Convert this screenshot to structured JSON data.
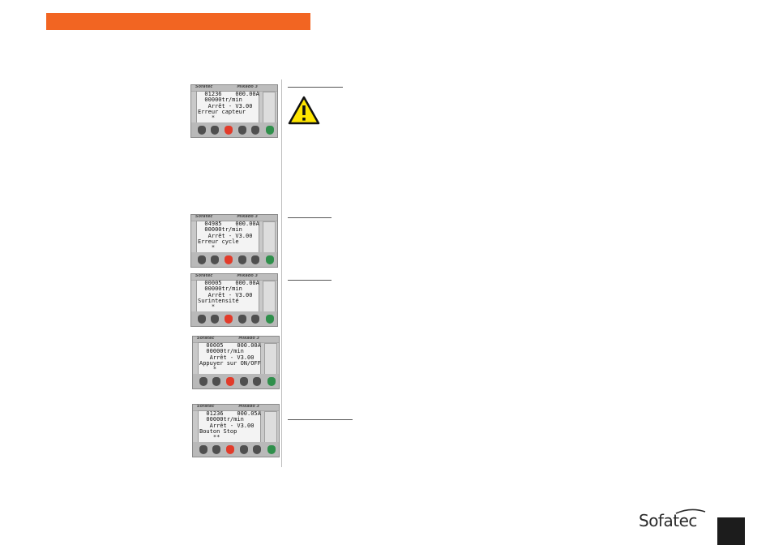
{
  "panels": [
    {
      "brand": "Sofatec",
      "model": "Mikado 3",
      "lines": [
        "  01236    000.00A",
        "  00000tr/min",
        "   Arrêt - V3.00",
        "Erreur capteur",
        "    *"
      ]
    },
    {
      "brand": "Sofatec",
      "model": "Mikado 3",
      "lines": [
        "  04985    000.00A",
        "  00000tr/min",
        "   Arrêt - V3.00",
        "Erreur cycle",
        "    *"
      ]
    },
    {
      "brand": "Sofatec",
      "model": "Mikado 3",
      "lines": [
        "  00005    000.00A",
        "  00000tr/min",
        "   Arrêt - V3.00",
        "Surintensité",
        "    *"
      ]
    },
    {
      "brand": "Sofatec",
      "model": "Mikado 3",
      "lines": [
        "  00005    000.00A",
        "  00000tr/min",
        "   Arrêt - V3.00",
        "Appuyer sur ON/OFF",
        "    *"
      ]
    },
    {
      "brand": "Sofatec",
      "model": "Mikado 3",
      "lines": [
        "  01236    000.05A",
        "  00000tr/min",
        "   Arrêt - V3.00",
        "Bouton Stop",
        "    **"
      ]
    }
  ],
  "icons": {
    "warning": "warning-triangle-icon"
  },
  "colors": {
    "header": "#f26522",
    "warning_fill": "#ffe600"
  },
  "footer": {
    "logo": "Sofatec"
  }
}
